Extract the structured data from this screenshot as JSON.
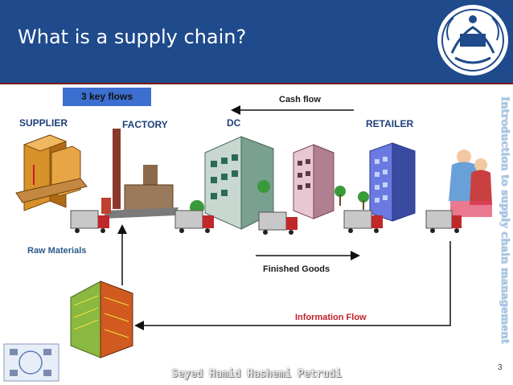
{
  "slide": {
    "title": "What is a supply chain?",
    "key_flows_label": "3 key flows",
    "side_text": "Introduction to supply chain management",
    "footer": "Seyed Hamid Hashemi Petrudi",
    "page_number": "3"
  },
  "nodes": {
    "supplier": "SUPPLIER",
    "factory": "FACTORY",
    "dc": "DC",
    "retailer": "RETAILER"
  },
  "flows": {
    "cash": "Cash flow",
    "finished_goods": "Finished Goods",
    "raw_materials": "Raw Materials",
    "information": "Information Flow"
  },
  "colors": {
    "header": "#1f4a8c",
    "key_flows_box": "#3c6fd0",
    "information_flow": "#c0202a",
    "label": "#1f3f7a"
  }
}
